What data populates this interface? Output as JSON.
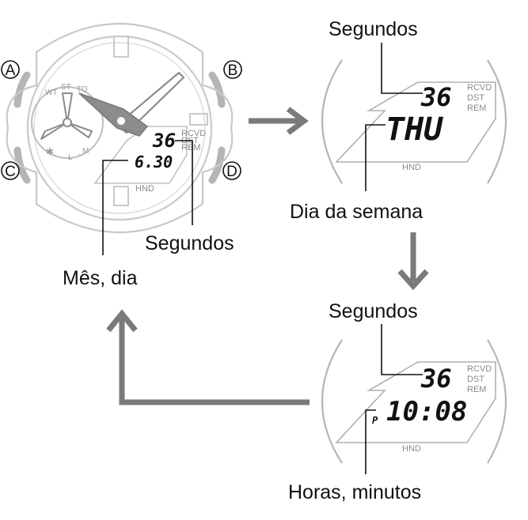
{
  "watch": {
    "buttons": {
      "a": "A",
      "b": "B",
      "c": "C",
      "d": "D"
    },
    "subdial_marks": [
      "WT",
      "ST",
      "TO",
      "L",
      "M"
    ],
    "display_seconds": "36",
    "display_date": "6.30",
    "indicators": {
      "rcvd": "RCVD",
      "dst": "DST",
      "rem": "REM"
    },
    "hnd": "HND"
  },
  "labels": {
    "month_day": "Mês, dia",
    "seconds_main": "Segundos",
    "seconds_top": "Segundos",
    "weekday": "Dia da semana",
    "seconds_bottom": "Segundos",
    "hours_minutes": "Horas, minutos"
  },
  "panel_weekday": {
    "seconds": "36",
    "day": "THU",
    "indicators": {
      "rcvd": "RCVD",
      "dst": "DST",
      "rem": "REM"
    },
    "hnd": "HND"
  },
  "panel_time": {
    "seconds": "36",
    "pm": "P",
    "time": "10:08",
    "indicators": {
      "rcvd": "RCVD",
      "dst": "DST",
      "rem": "REM"
    },
    "hnd": "HND"
  },
  "colors": {
    "arrow": "#7a7a7a",
    "case": "#c9c9c9",
    "hands": "#8c8c8c",
    "buttons": "#b5b5b5",
    "text": "#111111"
  }
}
